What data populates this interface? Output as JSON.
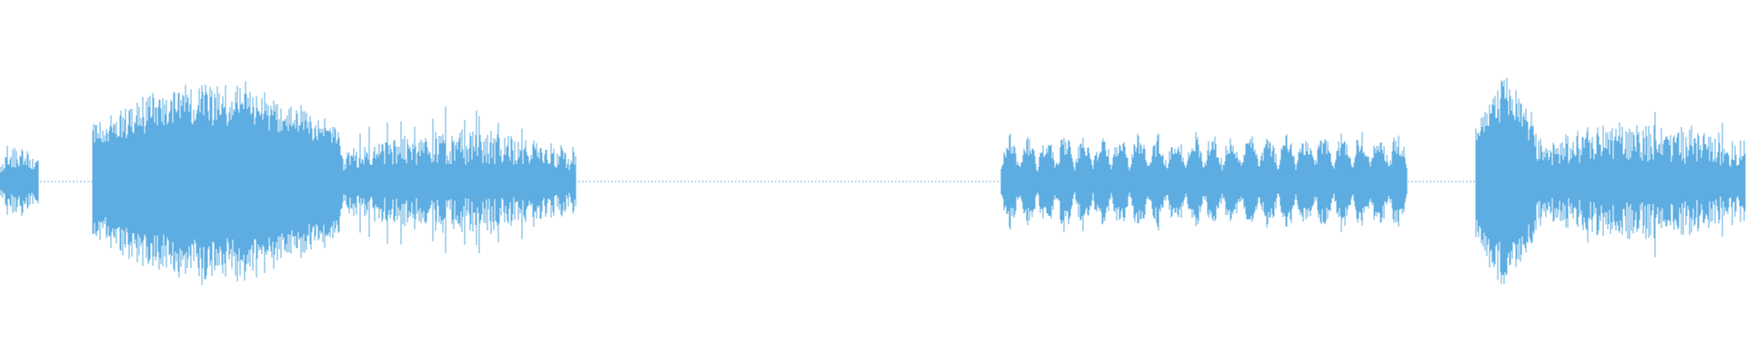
{
  "waveform": {
    "color": "#5DADE2",
    "background": "#ffffff",
    "segments": [
      {
        "start": 0.0,
        "end": 0.022,
        "level": 0.28,
        "style": "bursty"
      },
      {
        "start": 0.022,
        "end": 0.053,
        "level": 0.0,
        "style": "silence"
      },
      {
        "start": 0.053,
        "end": 0.195,
        "level": 0.82,
        "style": "dense"
      },
      {
        "start": 0.195,
        "end": 0.33,
        "level": 0.4,
        "style": "bursty"
      },
      {
        "start": 0.33,
        "end": 0.573,
        "level": 0.0,
        "style": "silence"
      },
      {
        "start": 0.573,
        "end": 0.806,
        "level": 0.4,
        "style": "pulsed"
      },
      {
        "start": 0.806,
        "end": 0.845,
        "level": 0.0,
        "style": "silence"
      },
      {
        "start": 0.845,
        "end": 0.88,
        "level": 0.84,
        "style": "dense"
      },
      {
        "start": 0.88,
        "end": 1.0,
        "level": 0.48,
        "style": "bursty"
      }
    ]
  }
}
